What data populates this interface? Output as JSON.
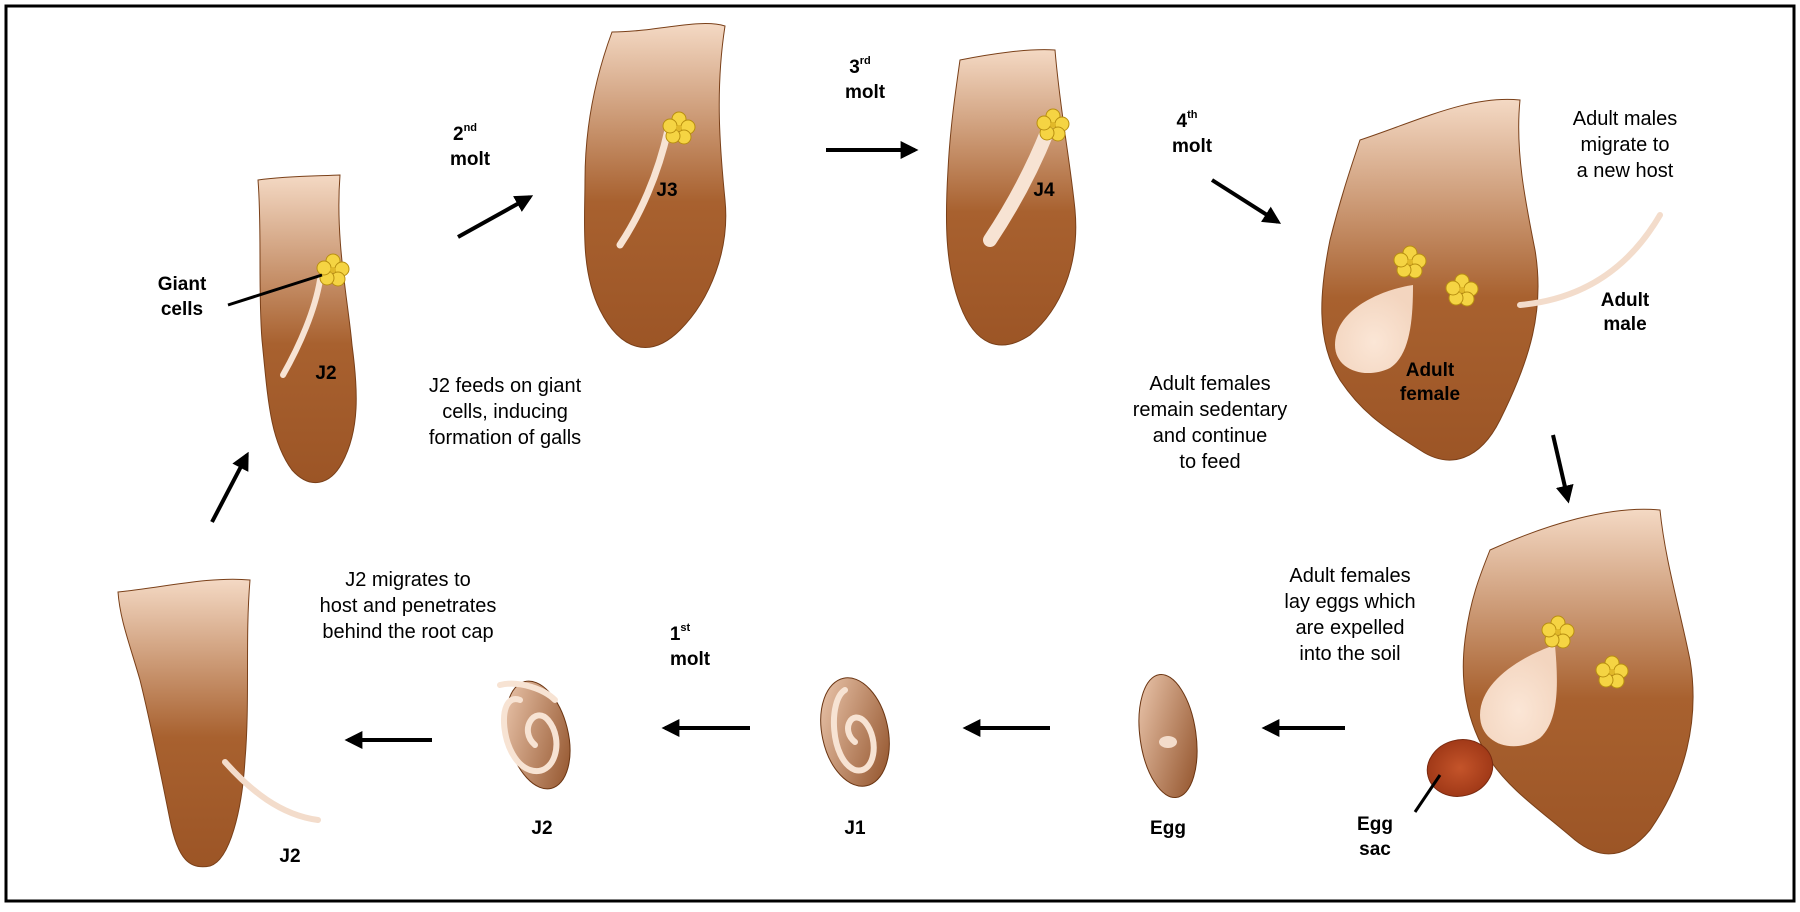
{
  "stages": {
    "j2_root_cap": "J2",
    "j2_giant": "J2",
    "j3": "J3",
    "j4": "J4",
    "adult_female": [
      "Adult",
      "female"
    ],
    "adult_male": [
      "Adult",
      "male"
    ],
    "egg": "Egg",
    "j1": "J1",
    "j2_egg": "J2"
  },
  "labels": {
    "giant_cells": [
      "Giant",
      "cells"
    ],
    "egg_sac": [
      "Egg",
      "sac"
    ]
  },
  "molts": {
    "first": {
      "num": "1",
      "sup": "st",
      "word": "molt"
    },
    "second": {
      "num": "2",
      "sup": "nd",
      "word": "molt"
    },
    "third": {
      "num": "3",
      "sup": "rd",
      "word": "molt"
    },
    "fourth": {
      "num": "4",
      "sup": "th",
      "word": "molt"
    }
  },
  "captions": {
    "j2_feeds": [
      "J2 feeds on giant",
      "cells, inducing",
      "formation of galls"
    ],
    "j2_migrates": [
      "J2 migrates to",
      "host and penetrates",
      "behind the root cap"
    ],
    "adult_females_sedentary": [
      "Adult females",
      "remain sedentary",
      "and continue",
      "to feed"
    ],
    "adult_males_migrate": [
      "Adult males",
      "migrate to",
      "a new host"
    ],
    "adult_females_lay": [
      "Adult females",
      "lay eggs which",
      "are expelled",
      "into the soil"
    ]
  },
  "colors": {
    "root_top": "#f2d2b9",
    "root_bottom": "#a05a2c",
    "giant_cell": "#f5d443",
    "nematode": "#f7e3d3",
    "egg_sac": "#b5441b",
    "border": "#000000"
  }
}
